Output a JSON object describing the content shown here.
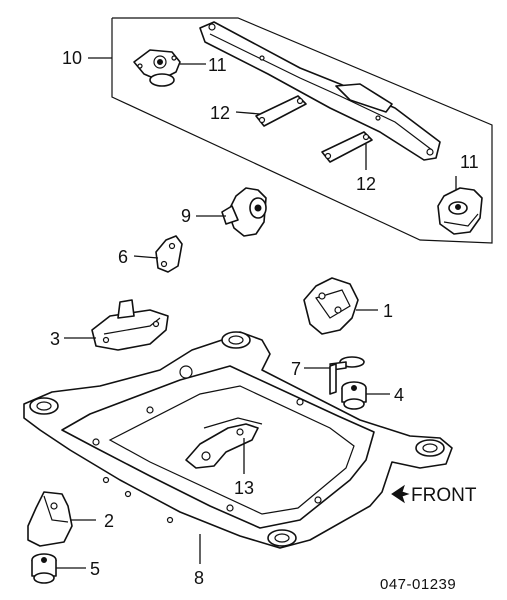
{
  "callouts": {
    "n1": "1",
    "n2": "2",
    "n3": "3",
    "n4": "4",
    "n5": "5",
    "n6": "6",
    "n7": "7",
    "n8": "8",
    "n9": "9",
    "n10": "10",
    "n11a": "11",
    "n11b": "11",
    "n12a": "12",
    "n12b": "12",
    "n13": "13"
  },
  "front_label": "FRONT",
  "diagram_code": "047-01239",
  "colors": {
    "ink": "#111111",
    "paper": "#ffffff"
  }
}
